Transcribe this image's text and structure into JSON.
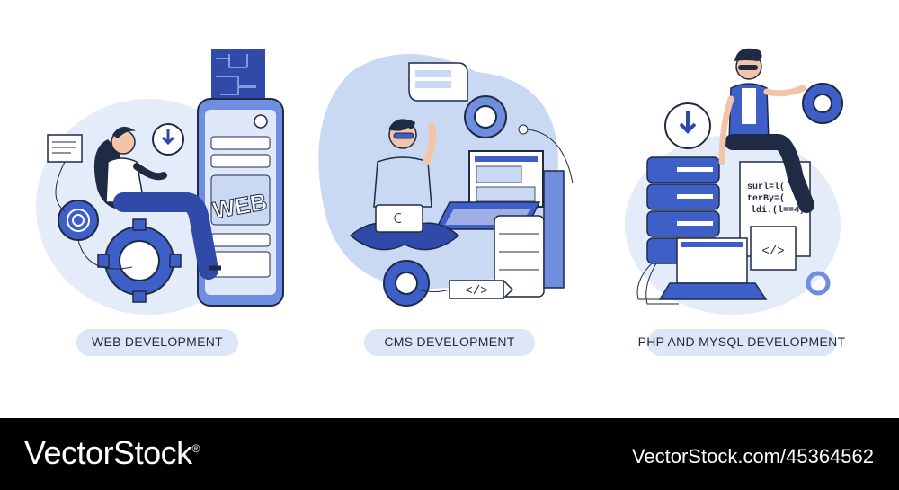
{
  "panels": [
    {
      "caption": "WEB DEVELOPMENT",
      "screen_text": "WEB"
    },
    {
      "caption": "CMS DEVELOPMENT",
      "code_text": "</>"
    },
    {
      "caption": "PHP AND MYSQL DEVELOPMENT",
      "code_text": "</>",
      "code_lines": [
        "surl=l(",
        "terBy=(",
        "ldi.(l==4)"
      ]
    }
  ],
  "footer": {
    "brand": "VectorStock",
    "brand_mark": "®",
    "url": "VectorStock.com/45364562"
  },
  "colors": {
    "blue": "#3f5fc8",
    "light_blue": "#c9d8f3",
    "pale_blue": "#e4ecf9",
    "navy": "#1f2a44",
    "white": "#ffffff"
  }
}
